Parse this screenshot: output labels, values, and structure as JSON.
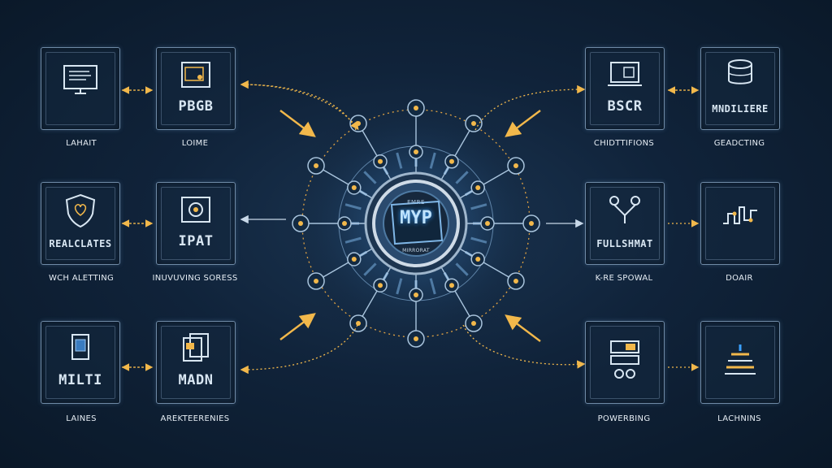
{
  "hub": {
    "label": "MYP",
    "top_text": "EMRE",
    "bottom_text": "MIRRORAT"
  },
  "cards": [
    {
      "id": "c1",
      "big": "",
      "caption": "LAHAIT",
      "icon": "monitor-icon"
    },
    {
      "id": "c2",
      "big": "PBGB",
      "caption": "LOIME",
      "icon": "ui-window-icon"
    },
    {
      "id": "c3",
      "big": "REALCLATES",
      "caption": "WCH ALETTING",
      "icon": "shield-heart-icon"
    },
    {
      "id": "c4",
      "big": "IPAT",
      "caption": "INUVUVING SORESS",
      "icon": "framed-gear-icon"
    },
    {
      "id": "c5",
      "big": "MILTI",
      "caption": "LAINES",
      "icon": "chip-icon"
    },
    {
      "id": "c6",
      "big": "MADN",
      "caption": "AREKTEERENIES",
      "icon": "documents-icon"
    },
    {
      "id": "c7",
      "big": "BSCR",
      "caption": "CHIDTTIFIONS",
      "icon": "laptop-icon"
    },
    {
      "id": "c8",
      "big": "MNDILIERE",
      "caption": "GEADCTING",
      "icon": "database-icon"
    },
    {
      "id": "c9",
      "big": "FULLSHMAT",
      "caption": "K-RE SPOWAL",
      "icon": "branch-icon"
    },
    {
      "id": "c10",
      "big": "",
      "caption": "DOAIR",
      "icon": "signal-icon"
    },
    {
      "id": "c11",
      "big": "",
      "caption": "POWERBING",
      "icon": "server-icon"
    },
    {
      "id": "c12",
      "big": "",
      "caption": "LACHNINS",
      "icon": "stack-icon"
    }
  ],
  "colors": {
    "accent_gold": "#f2b84b",
    "hub_blue": "#3aa0ff",
    "node_blue": "#9cc6ee",
    "card_border": "#6f8aa6"
  }
}
